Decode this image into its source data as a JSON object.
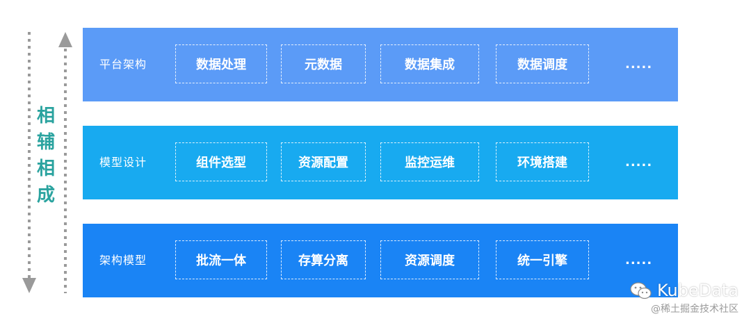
{
  "side_label": [
    "相",
    "辅",
    "相",
    "成"
  ],
  "colors": {
    "layer1": "#5b9bf7",
    "layer2": "#18aaf0",
    "layer3": "#1a84f5",
    "side_label": "#2aa39f",
    "axis": "#9a9a9a"
  },
  "layers": [
    {
      "label": "平台架构",
      "items": [
        "数据处理",
        "元数据",
        "数据集成",
        "数据调度"
      ],
      "more": "....."
    },
    {
      "label": "模型设计",
      "items": [
        "组件选型",
        "资源配置",
        "监控运维",
        "环境搭建"
      ],
      "more": "....."
    },
    {
      "label": "架构模型",
      "items": [
        "批流一体",
        "存算分离",
        "资源调度",
        "统一引擎"
      ],
      "more": "....."
    }
  ],
  "watermark": {
    "brand": "KubeData",
    "sub": "@稀土掘金技术社区",
    "icon": "wechat-icon"
  }
}
